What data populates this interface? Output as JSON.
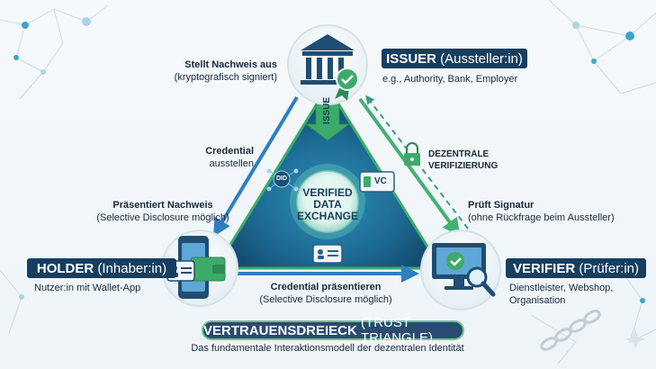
{
  "colors": {
    "navy": "#173e5e",
    "green": "#3cab6a",
    "blue_arrow": "#2d7fc1",
    "triangle": "#1b5d86"
  },
  "issuer": {
    "title": "ISSUER",
    "role": "(Aussteller:in)",
    "desc": "e.g., Authority, Bank, Employer",
    "action_title": "Stellt Nachweis aus",
    "action_sub": "(kryptografisch signiert)",
    "arrow_label": "ISSUE",
    "icons": [
      "bank-icon",
      "certificate-badge-icon"
    ]
  },
  "holder": {
    "title": "HOLDER",
    "role": "(Inhaber:in)",
    "desc": "Nutzer:in mit Wallet-App",
    "icons": [
      "smartphone-icon",
      "wallet-icon",
      "id-card-icon"
    ]
  },
  "verifier": {
    "title": "VERIFIER",
    "role": "(Prüfer:in)",
    "desc_line1": "Dienstleister, Webshop,",
    "desc_line2": "Organisation",
    "icons": [
      "monitor-check-icon",
      "magnifier-icon"
    ]
  },
  "edges": {
    "credential_ausstellen_1": "Credential",
    "credential_ausstellen_2": "ausstellen",
    "praesentiert_1": "Präsentiert Nachweis",
    "praesentiert_2": "(Selective Disclosure möglich)",
    "pruef_1": "Prüft Signatur",
    "pruef_2": "(ohne Rückfrage beim Aussteller)",
    "dezentral_1": "DEZENTRALE",
    "dezentral_2": "VERIFIZIERUNG",
    "credential_praes_1": "Credential präsentieren",
    "credential_praes_2": "(Selective Disclosure möglich)"
  },
  "center": {
    "line1": "VERIFIED",
    "line2": "DATA",
    "line3": "EXCHANGE",
    "did_label": "DID",
    "vc_label": "VC"
  },
  "footer": {
    "title_bold": "VERTRAUENSDREIECK",
    "title_light": "(TRUST TRIANGLE)",
    "subtitle": "Das fundamentale Interaktionsmodell der dezentralen Identität"
  }
}
